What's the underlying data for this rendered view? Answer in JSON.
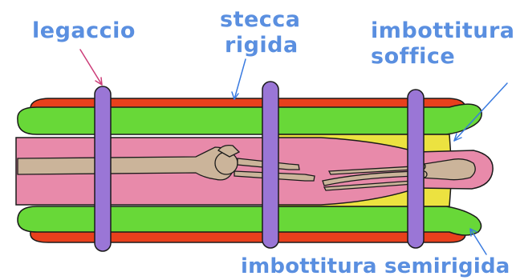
{
  "labels": {
    "tie": "legaccio",
    "splint_line1": "stecca",
    "splint_line2": "rigida",
    "soft_line1": "imbottitura",
    "soft_line2": "soffice",
    "semi": "imbottitura semirigida"
  },
  "colors": {
    "label": "#5a8fe0",
    "arrow": "#3a7be0",
    "tie_arrow": "#cc3c78",
    "splint": "#e8401c",
    "soft_padding": "#68d838",
    "semirigid_padding": "#ece240",
    "limb": "#e88aaa",
    "bone": "#cbb49a",
    "strap": "#9a76d6"
  }
}
